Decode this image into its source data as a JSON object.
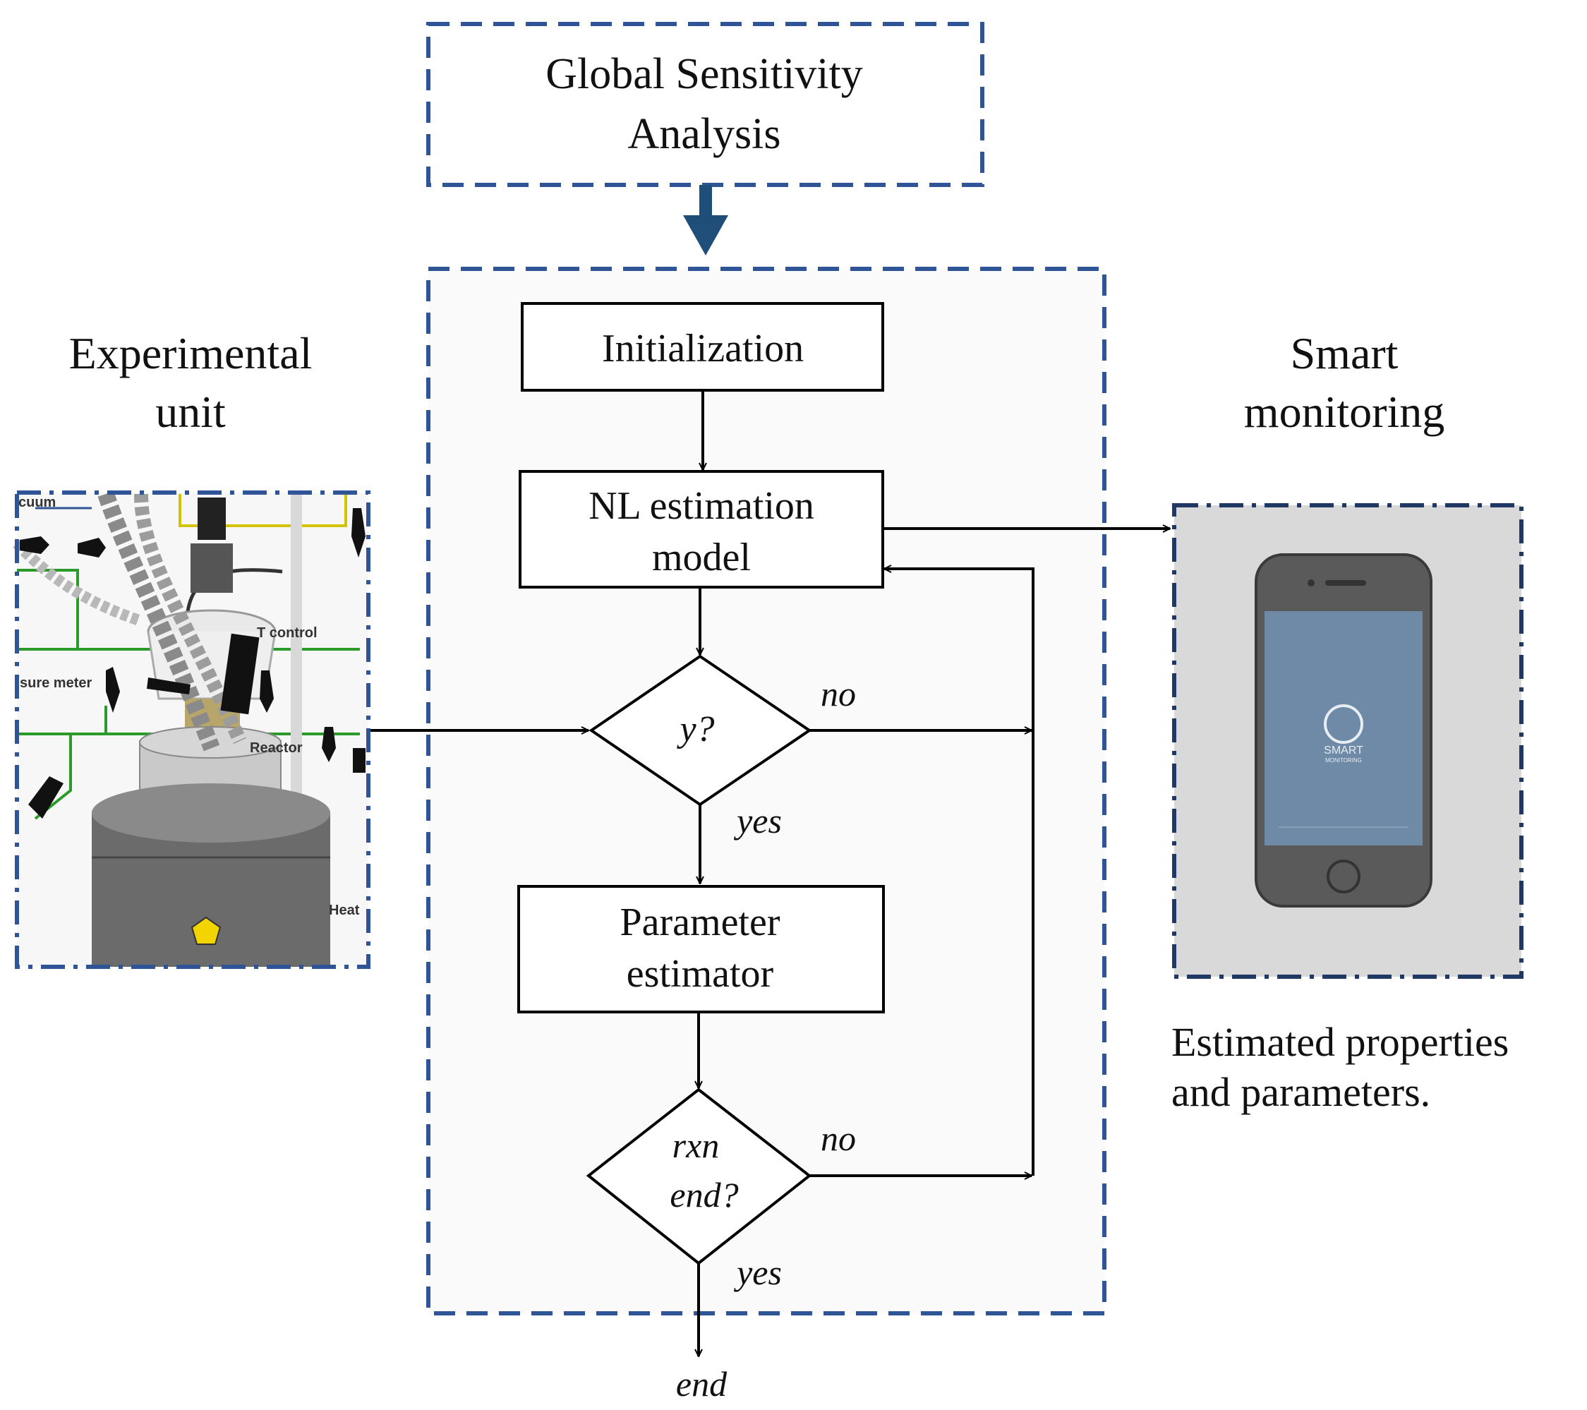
{
  "gsa": {
    "line1": "Global Sensitivity",
    "line2": "Analysis"
  },
  "left": {
    "title_line1": "Experimental",
    "title_line2": "unit",
    "photo_labels": {
      "vacuum": "cuum",
      "pressure": "sure meter",
      "tcontrol": "T control",
      "reactor": "Reactor",
      "heat": "Heat"
    }
  },
  "right": {
    "title_line1": "Smart",
    "title_line2": "monitoring",
    "app_name": "SMART",
    "app_sub": "MONITORING",
    "caption_line1": "Estimated properties",
    "caption_line2": "and parameters."
  },
  "flow": {
    "init": "Initialization",
    "nl_line1": "NL estimation",
    "nl_line2": "model",
    "d1_text": "y?",
    "d1_no": "no",
    "d1_yes": "yes",
    "param_line1": "Parameter",
    "param_line2": "estimator",
    "d2_line1": "rxn",
    "d2_line2": "end?",
    "d2_no": "no",
    "d2_yes": "yes",
    "end": "end"
  },
  "colors": {
    "dash_blue": "#2F5597",
    "arrow_blue": "#1F4E79",
    "panel_bg": "#FAFAFA"
  }
}
